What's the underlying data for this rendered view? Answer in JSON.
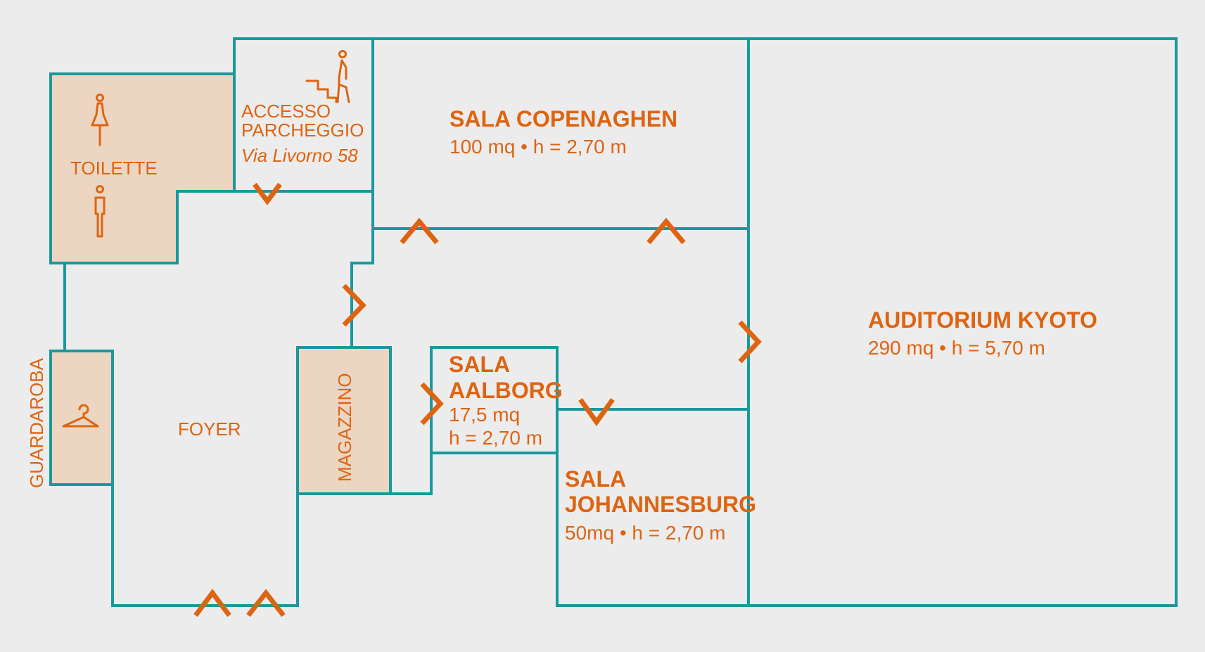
{
  "map": {
    "rooms": {
      "copenaghen": {
        "name": "SALA COPENAGHEN",
        "info": "100 mq • h = 2,70 m"
      },
      "kyoto": {
        "name": "AUDITORIUM KYOTO",
        "info": "290 mq • h = 5,70 m"
      },
      "aalborg": {
        "name_line1": "SALA",
        "name_line2": "AALBORG",
        "info_line1": "17,5 mq",
        "info_line2": "h = 2,70 m"
      },
      "johannesburg": {
        "name_line1": "SALA",
        "name_line2": "JOHANNESBURG",
        "info": "50mq • h = 2,70 m"
      }
    },
    "labels": {
      "toilette": "TOILETTE",
      "parking_line1": "ACCESSO",
      "parking_line2": "PARCHEGGIO",
      "parking_address": "Via Livorno 58",
      "foyer": "FOYER",
      "magazzino": "MAGAZZINO",
      "guardaroba": "GUARDAROBA"
    },
    "icons": [
      "female-toilet-icon",
      "male-toilet-icon",
      "stairs-person-icon",
      "coat-hanger-icon",
      "entrance-arrow-icon"
    ],
    "colors": {
      "walls": "#19999d",
      "text": "#de6412",
      "service_fill": "#ecd6c2",
      "background": "#ececec"
    }
  }
}
